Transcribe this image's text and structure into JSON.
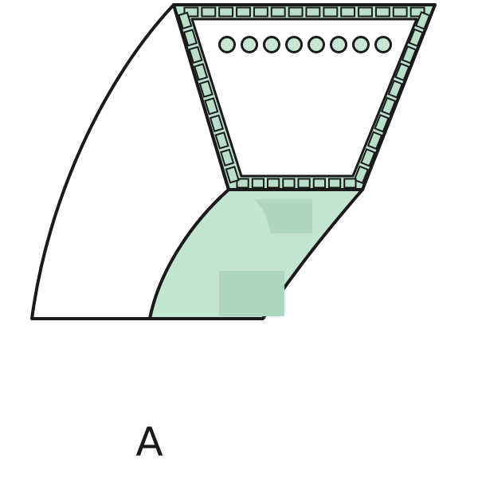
{
  "diagram": {
    "label": "A",
    "cord_count": 8,
    "colors": {
      "outline": "#1a1a1a",
      "fabric_fill": "#b9dfca",
      "side_fill": "#c2e4d1",
      "shade_fill": "#aed6c0",
      "cord_fill": "#c7e7d4",
      "body_fill": "#ffffff"
    },
    "icons": {
      "cord": "circle",
      "fabric_cell": "square"
    }
  }
}
